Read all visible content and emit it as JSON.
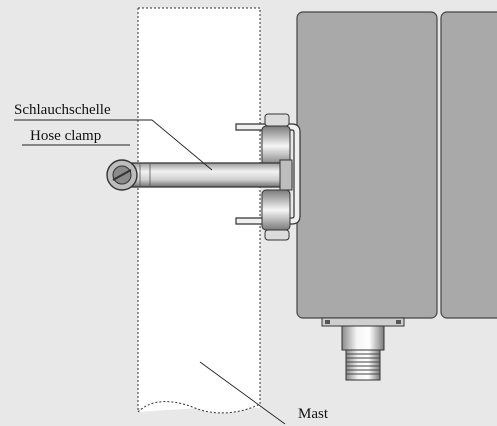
{
  "labels": {
    "hose_clamp_de": "Schlauchschelle",
    "hose_clamp_en": "Hose clamp",
    "mast": "Mast"
  },
  "colors": {
    "background": "#e8e8e8",
    "housing": "#a9a9a9",
    "mast": "#ffffff",
    "metal_light": "#f4f4f4",
    "metal_dark": "#7a7a7a",
    "line": "#333333"
  }
}
